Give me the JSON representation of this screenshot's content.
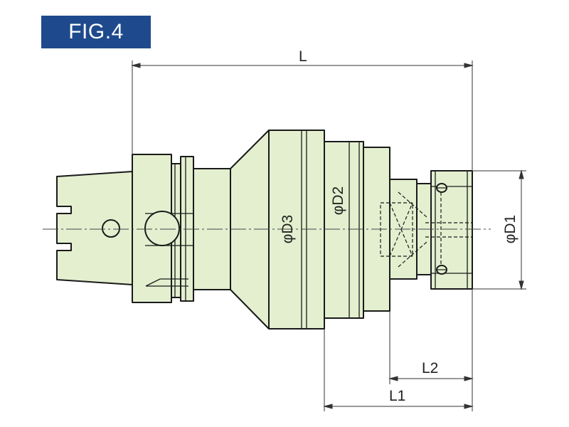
{
  "figure": {
    "badge": "FIG.4"
  },
  "dimensions": {
    "L": "L",
    "L1": "L1",
    "L2": "L2",
    "D1": "φD1",
    "D2": "φD2",
    "D3": "φD3"
  },
  "colors": {
    "body_fill": "#e3efcf",
    "outline": "#1a1a1a",
    "badge_bg": "#1e4a8d",
    "dim_line": "#333333"
  }
}
